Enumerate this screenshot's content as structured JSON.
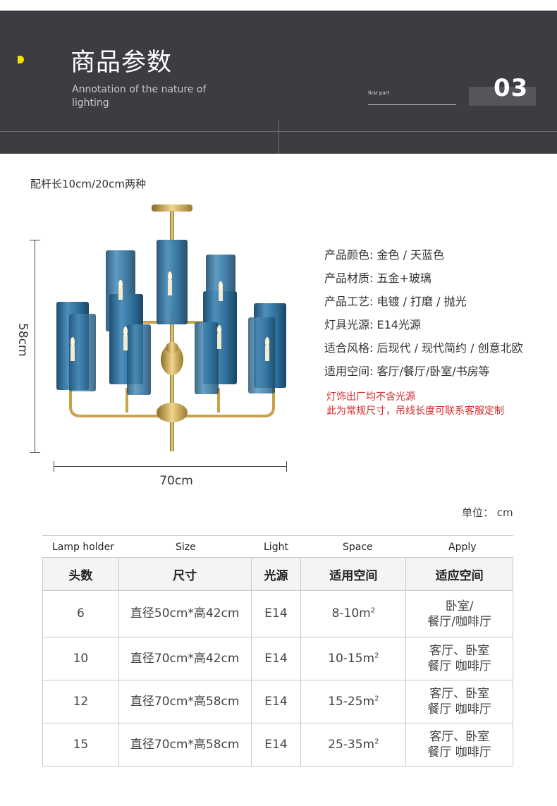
{
  "header": {
    "title": "商品参数",
    "subtitle": "Annotation of the nature of lighting",
    "part_label": "first part",
    "number": "03"
  },
  "rod_note": "配杆长10cm/20cm两种",
  "dimensions": {
    "height": "58cm",
    "width": "70cm"
  },
  "specs": [
    {
      "key": "产品颜色:",
      "value": " 金色 / 天蓝色"
    },
    {
      "key": "产品材质:",
      "value": " 五金+玻璃"
    },
    {
      "key": "产品工艺:",
      "value": " 电镀 / 打磨 / 抛光"
    },
    {
      "key": "灯具光源:",
      "value": " E14光源"
    },
    {
      "key": "适合风格:",
      "value": " 后现代 / 现代简约 / 创意北欧"
    },
    {
      "key": "适用空间:",
      "value": " 客厅/餐厅/卧室/书房等"
    }
  ],
  "notes": [
    "灯饰出厂均不含光源",
    "此为常规尺寸，吊线长度可联系客服定制"
  ],
  "unit": "单位： cm",
  "table": {
    "en_headers": [
      "Lamp holder",
      "Size",
      "Light",
      "Space",
      "Apply"
    ],
    "cn_headers": [
      "头数",
      "尺寸",
      "光源",
      "适用空间",
      "适应空间"
    ],
    "rows": [
      {
        "heads": "6",
        "size": "直径50cm*高42cm",
        "light": "E14",
        "space": "8-10m",
        "apply1": "卧室/",
        "apply2": "餐厅/咖啡厅"
      },
      {
        "heads": "10",
        "size": "直径70cm*高42cm",
        "light": "E14",
        "space": "10-15m",
        "apply1": "客厅、卧室",
        "apply2": "餐厅 咖啡厅"
      },
      {
        "heads": "12",
        "size": "直径70cm*高58cm",
        "light": "E14",
        "space": "15-25m",
        "apply1": "客厅、卧室",
        "apply2": "餐厅 咖啡厅"
      },
      {
        "heads": "15",
        "size": "直径70cm*高58cm",
        "light": "E14",
        "space": "25-35m",
        "apply1": "客厅、卧室",
        "apply2": "餐厅 咖啡厅"
      }
    ],
    "sup": "2"
  },
  "colors": {
    "header_bg": "#3c3d42",
    "accent_yellow": "#f2e400",
    "note_red": "#d42a2a",
    "glass_blue": "#2f6f98",
    "gold": "#c9a24a"
  }
}
